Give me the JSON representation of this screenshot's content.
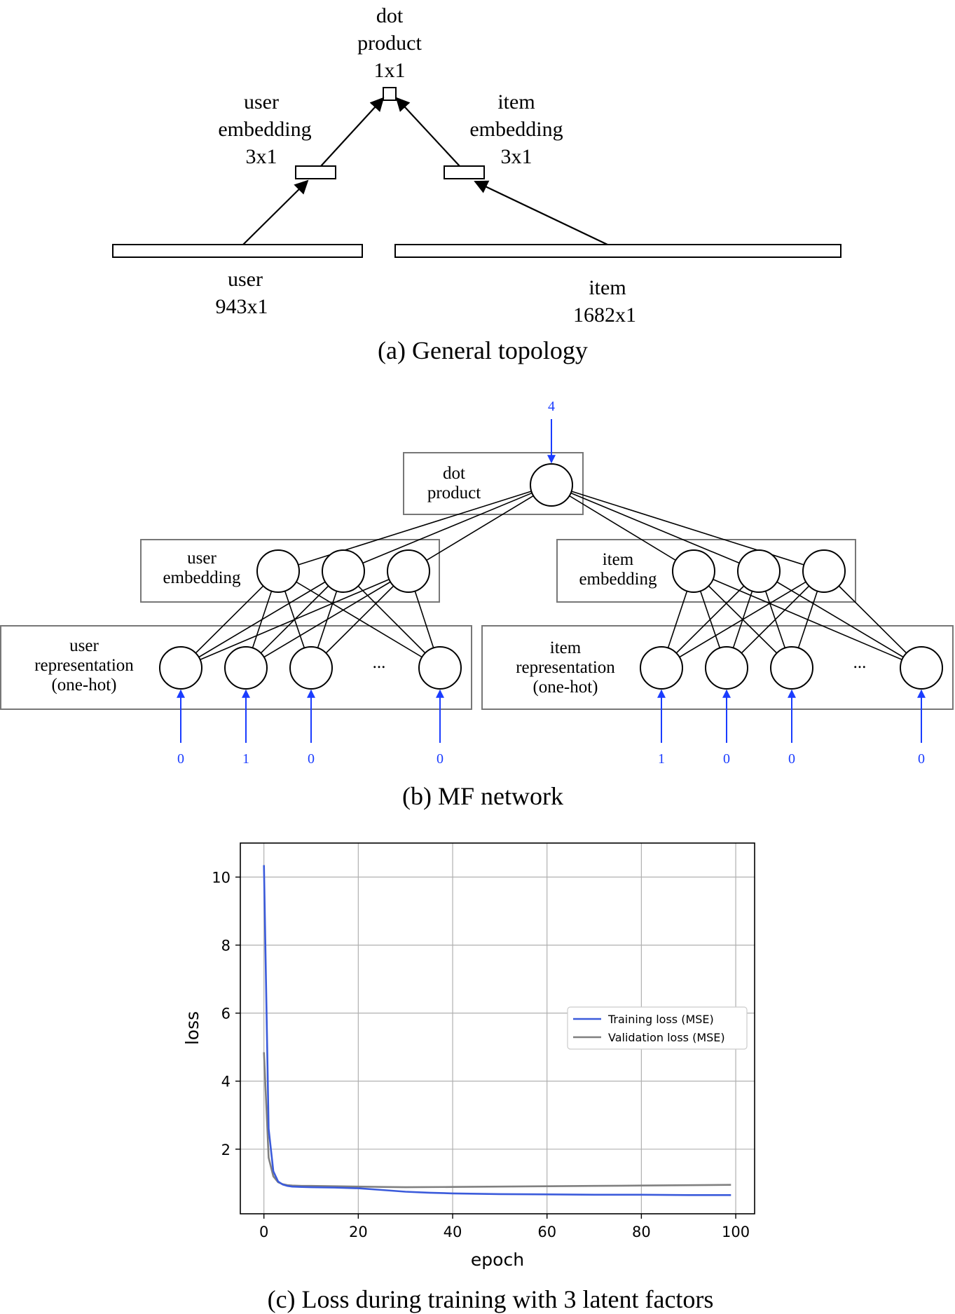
{
  "topology": {
    "caption": "(a) General topology",
    "dot_product": [
      "dot",
      "product",
      "1x1"
    ],
    "user_embedding": [
      "user",
      "embedding",
      "3x1"
    ],
    "item_embedding": [
      "item",
      "embedding",
      "3x1"
    ],
    "user_input": [
      "user",
      "943x1"
    ],
    "item_input": [
      "item",
      "1682x1"
    ]
  },
  "network": {
    "caption": "(b) MF network",
    "dot_product_label": [
      "dot",
      "product"
    ],
    "user_embedding_label": [
      "user",
      "embedding"
    ],
    "item_embedding_label": [
      "item",
      "embedding"
    ],
    "user_repr_label": [
      "user",
      "representation",
      "(one-hot)"
    ],
    "item_repr_label": [
      "item",
      "representation",
      "(one-hot)"
    ],
    "target_value": "4",
    "ellipsis": "...",
    "user_inputs": [
      "0",
      "1",
      "0",
      "0"
    ],
    "item_inputs": [
      "1",
      "0",
      "0",
      "0"
    ],
    "input_color": "#1a3cff"
  },
  "loss_plot": {
    "caption": "(c) Loss during training with 3 latent factors",
    "chart_data": {
      "type": "line",
      "xlabel": "epoch",
      "ylabel": "loss",
      "xlim": [
        -5,
        104
      ],
      "ylim": [
        0.1,
        11.0
      ],
      "xticks": [
        0,
        20,
        40,
        60,
        80,
        100
      ],
      "yticks": [
        2,
        4,
        6,
        8,
        10
      ],
      "grid": true,
      "legend_position": "right",
      "series": [
        {
          "name": "Training loss (MSE)",
          "color": "#3b5bdb",
          "x": [
            0,
            1,
            2,
            3,
            4,
            5,
            6,
            8,
            10,
            15,
            20,
            25,
            30,
            35,
            40,
            50,
            60,
            70,
            80,
            90,
            99
          ],
          "y": [
            10.35,
            2.6,
            1.35,
            1.05,
            0.96,
            0.92,
            0.9,
            0.89,
            0.88,
            0.87,
            0.85,
            0.8,
            0.75,
            0.72,
            0.7,
            0.68,
            0.67,
            0.66,
            0.66,
            0.65,
            0.65
          ]
        },
        {
          "name": "Validation loss (MSE)",
          "color": "#808080",
          "x": [
            0,
            1,
            2,
            3,
            4,
            5,
            6,
            8,
            10,
            15,
            20,
            25,
            30,
            40,
            50,
            60,
            70,
            80,
            90,
            99
          ],
          "y": [
            4.85,
            1.75,
            1.2,
            1.03,
            0.97,
            0.94,
            0.93,
            0.92,
            0.92,
            0.91,
            0.9,
            0.89,
            0.88,
            0.89,
            0.9,
            0.91,
            0.92,
            0.93,
            0.94,
            0.95
          ]
        }
      ]
    }
  }
}
